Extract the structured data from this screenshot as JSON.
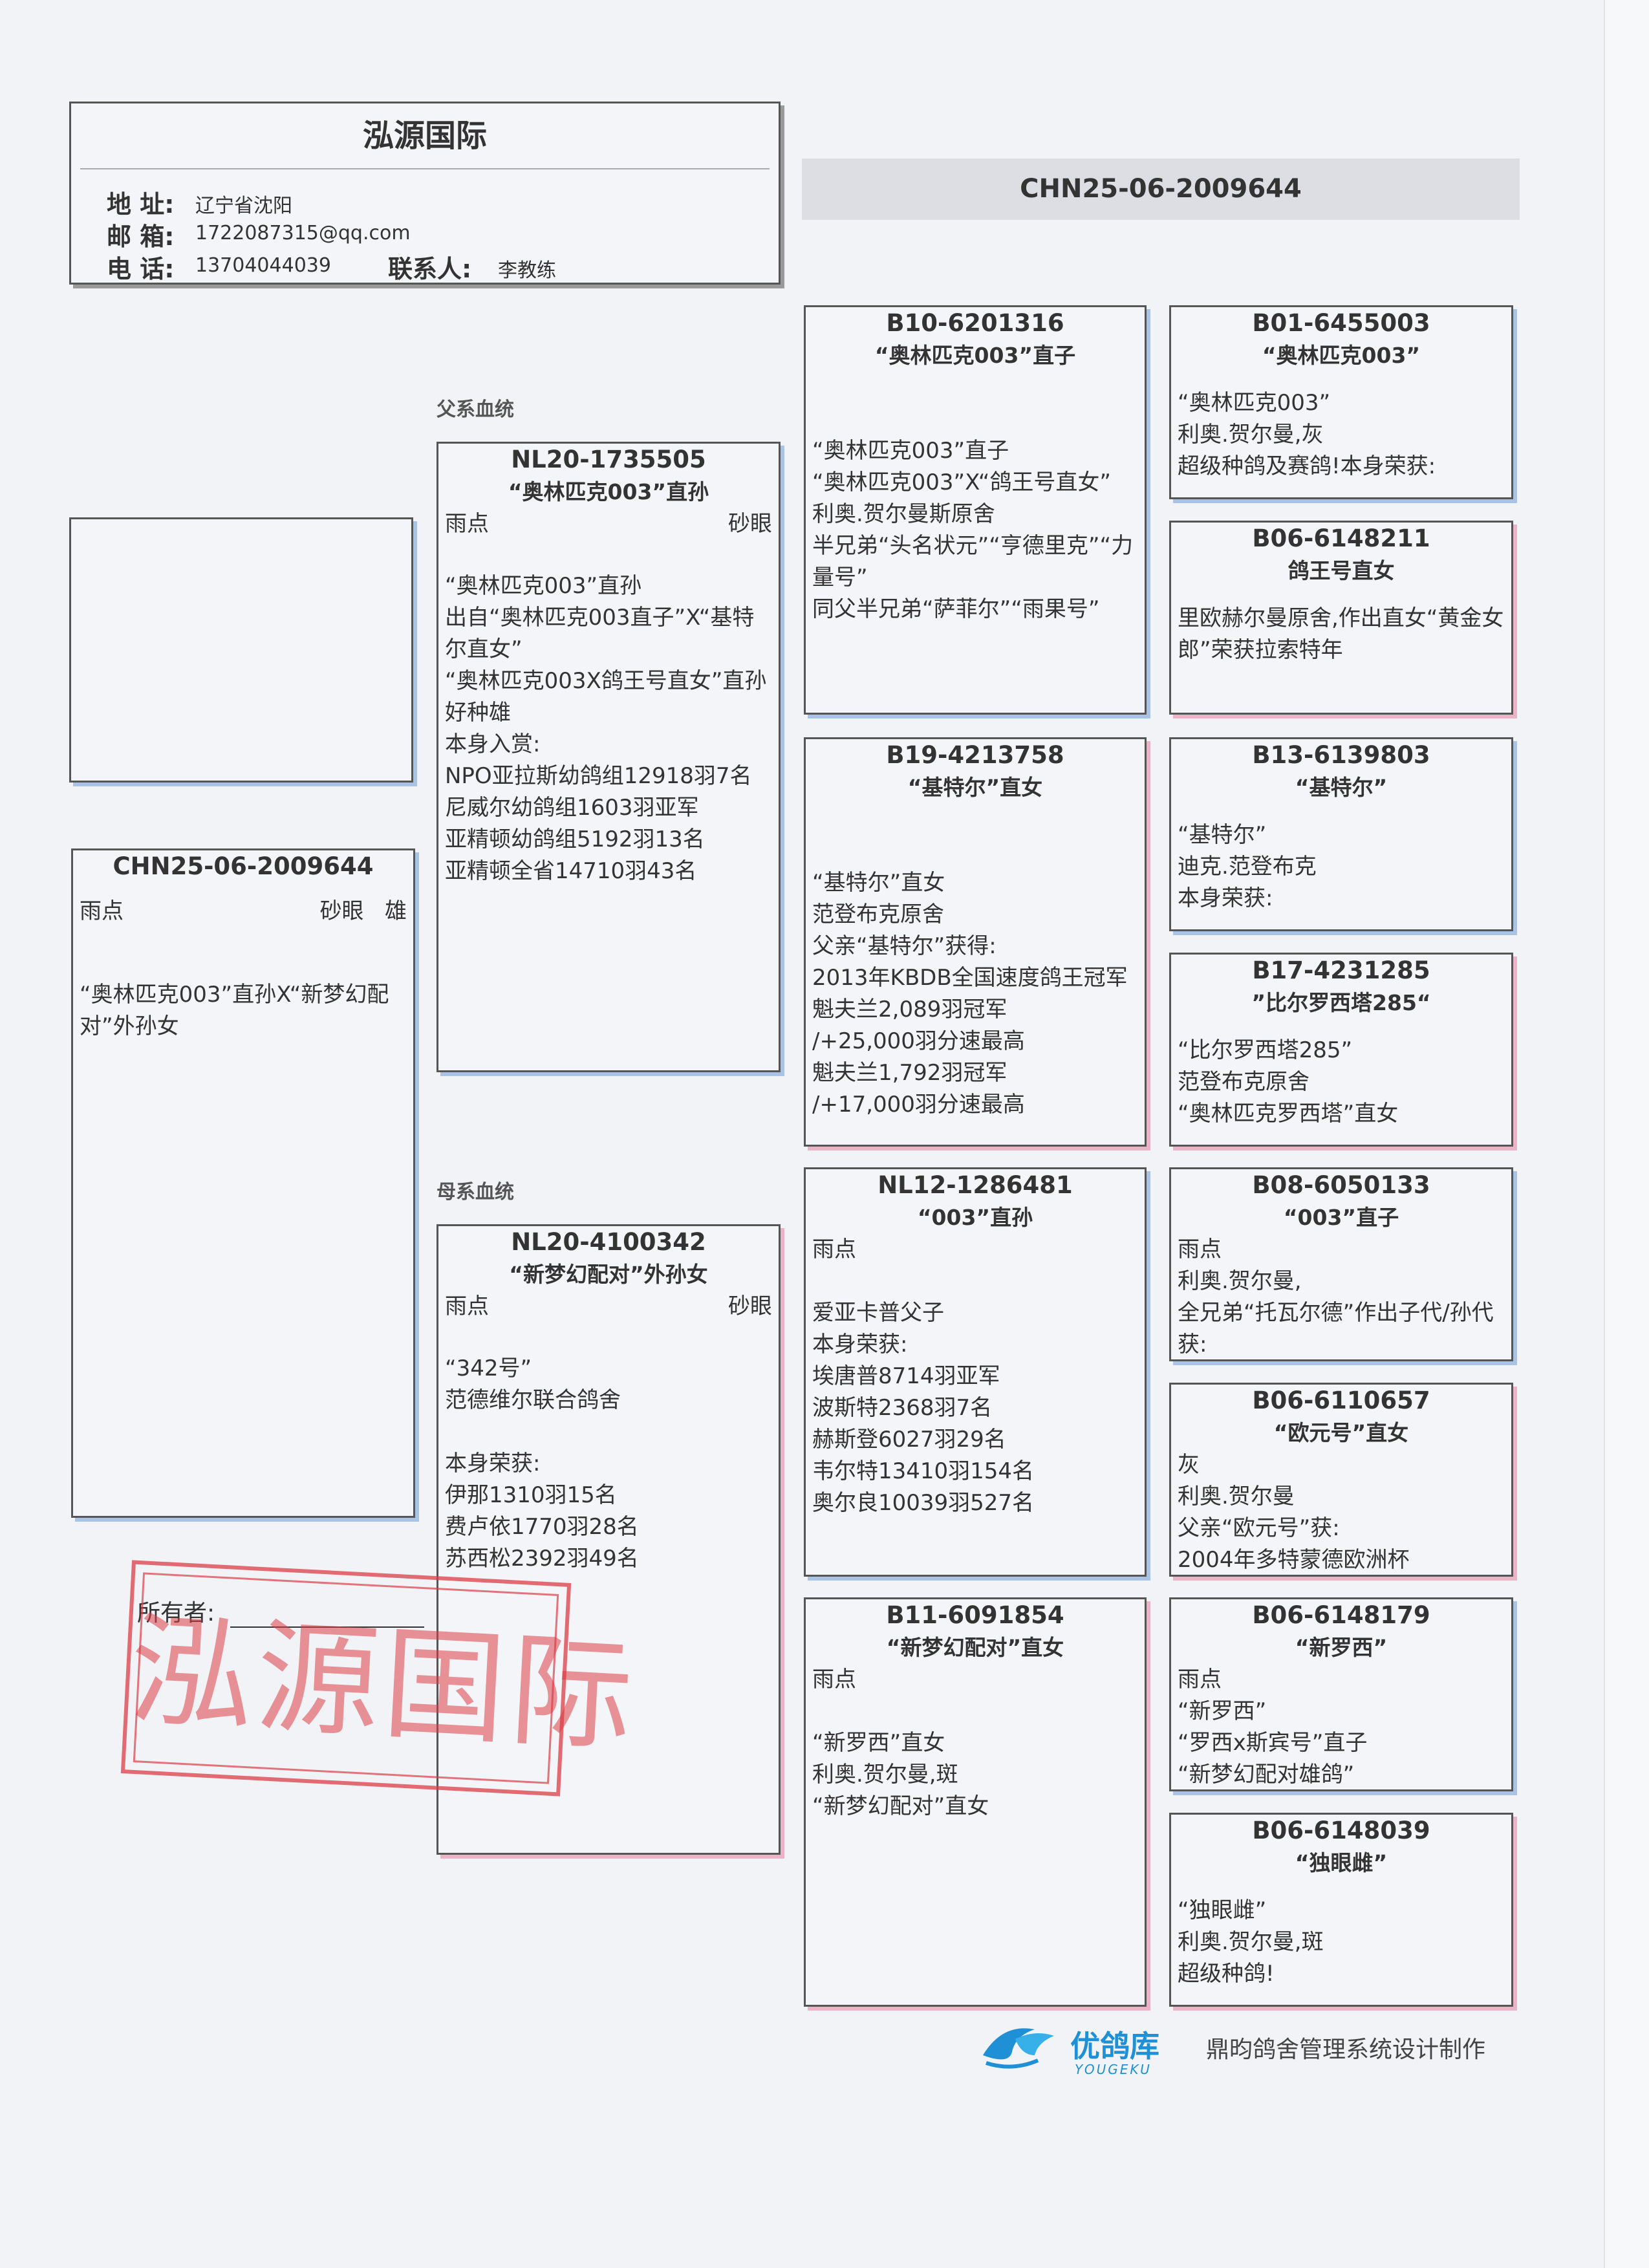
{
  "header": {
    "title": "泓源国际",
    "address_label": "地 址:",
    "address": "辽宁省沈阳",
    "email_label": "邮 箱:",
    "email": "1722087315@qq.com",
    "phone_label": "电 话:",
    "phone": "13704044039",
    "contact_label": "联系人:",
    "contact": "李教练"
  },
  "ring_banner": "CHN25-06-2009644",
  "section_labels": {
    "sire": "父系血统",
    "dam": "母系血统"
  },
  "subject": {
    "ring": "CHN25-06-2009644",
    "color": "雨点",
    "eye": "砂眼",
    "sex": "雄",
    "desc": "“奥林匹克003”直孙X“新梦幻配对”外孙女"
  },
  "sire": {
    "ring": "NL20-1735505",
    "name": "“奥林匹克003”直孙",
    "color": "雨点",
    "eye": "砂眼",
    "desc": "“奥林匹克003”直孙\n出自“奥林匹克003直子”X“基特尔直女”\n“奥林匹克003X鸽王号直女”直孙好种雄\n本身入赏:\nNPO亚拉斯幼鸽组12918羽7名\n尼威尔幼鸽组1603羽亚军\n亚精顿幼鸽组5192羽13名\n亚精顿全省14710羽43名"
  },
  "dam": {
    "ring": "NL20-4100342",
    "name": "“新梦幻配对”外孙女",
    "color": "雨点",
    "eye": "砂眼",
    "desc": "“342号”\n范德维尔联合鸽舍\n\n本身荣获:\n伊那1310羽15名\n费卢依1770羽28名\n苏西松2392羽49名"
  },
  "gp": [
    {
      "ring": "B10-6201316",
      "name": "“奥林匹克003”直子",
      "desc": "“奥林匹克003”直子\n“奥林匹克003”X“鸽王号直女”\n利奥.贺尔曼斯原舍\n半兄弟“头名状元”“亨德里克”“力量号”\n同父半兄弟“萨菲尔”“雨果号”"
    },
    {
      "ring": "B19-4213758",
      "name": "“基特尔”直女",
      "desc": "“基特尔”直女\n范登布克原舍\n父亲“基特尔”获得:\n2013年KBDB全国速度鸽王冠军\n魁夫兰2,089羽冠军\n/+25,000羽分速最高\n魁夫兰1,792羽冠军\n/+17,000羽分速最高"
    },
    {
      "ring": "NL12-1286481",
      "name": "“003”直孙",
      "desc": "雨点\n\n爱亚卡普父子\n本身荣获:\n埃唐普8714羽亚军\n波斯特2368羽7名\n赫斯登6027羽29名\n韦尔特13410羽154名\n奥尔良10039羽527名"
    },
    {
      "ring": "B11-6091854",
      "name": "“新梦幻配对”直女",
      "desc": "雨点\n\n“新罗西”直女\n利奥.贺尔曼,斑\n“新梦幻配对”直女"
    }
  ],
  "ggp": [
    {
      "ring": "B01-6455003",
      "name": "“奥林匹克003”",
      "desc": "“奥林匹克003”\n利奥.贺尔曼,灰\n超级种鸽及赛鸽!本身荣获:"
    },
    {
      "ring": "B06-6148211",
      "name": "鸽王号直女",
      "desc": "里欧赫尔曼原舍,作出直女“黄金女郎”荣获拉索特年"
    },
    {
      "ring": "B13-6139803",
      "name": "“基特尔”",
      "desc": "“基特尔”\n迪克.范登布克\n本身荣获:"
    },
    {
      "ring": "B17-4231285",
      "name": "”比尔罗西塔285“",
      "desc": "“比尔罗西塔285”\n范登布克原舍\n“奥林匹克罗西塔”直女"
    },
    {
      "ring": "B08-6050133",
      "name": "“003”直子",
      "desc": "雨点\n利奥.贺尔曼,\n全兄弟“托瓦尔德”作出子代/孙代获:"
    },
    {
      "ring": "B06-6110657",
      "name": "“欧元号”直女",
      "desc": "灰\n利奥.贺尔曼\n父亲“欧元号”获:\n2004年多特蒙德欧洲杯"
    },
    {
      "ring": "B06-6148179",
      "name": "“新罗西”",
      "desc": "雨点\n“新罗西”\n“罗西x斯宾号”直子\n“新梦幻配对雄鸽”"
    },
    {
      "ring": "B06-6148039",
      "name": "“独眼雌”",
      "desc": "“独眼雌”\n利奥.贺尔曼,斑\n超级种鸽!"
    }
  ],
  "owner_label": "所有者:",
  "stamp_text": "泓源国际",
  "footer": {
    "brand": "优鸽库",
    "brand_en": "YOUGEKU",
    "credit": "鼎昀鸽舍管理系统设计制作"
  },
  "colors": {
    "male_shadow": "#a9c3e6",
    "female_shadow": "#eab3c6",
    "stamp": "#dc3c46",
    "brand": "#1f8fd6"
  }
}
